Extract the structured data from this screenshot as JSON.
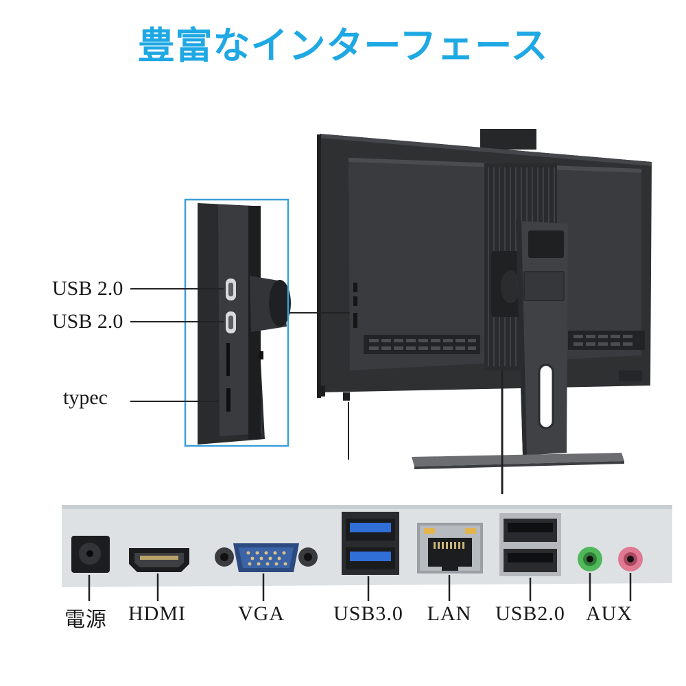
{
  "page": {
    "title": "豊富なインターフェース"
  },
  "colors": {
    "title": "#1ea8e4",
    "inset_frame": "#3b9fd8",
    "monitor_body": "#2e2f31",
    "panel_bg": "#dfe3e6",
    "aux_green": "#4fb85a",
    "aux_pink": "#e07a93",
    "usb3_blue": "#2f6fd6"
  },
  "side_ports": [
    {
      "label": "USB 2.0",
      "icon": "usb-c-port-icon"
    },
    {
      "label": "USB 2.0",
      "icon": "usb-c-port-icon"
    },
    {
      "label": "typec",
      "icon": "card-slot-icon"
    }
  ],
  "rear_ports": [
    {
      "label": "電源",
      "icon": "dc-power-jack-icon"
    },
    {
      "label": "HDMI",
      "icon": "hdmi-port-icon"
    },
    {
      "label": "VGA",
      "icon": "vga-port-icon"
    },
    {
      "label": "USB3.0",
      "icon": "usb3-port-icon"
    },
    {
      "label": "LAN",
      "icon": "ethernet-port-icon"
    },
    {
      "label": "USB2.0",
      "icon": "usb2-port-icon"
    },
    {
      "label": "AUX",
      "icon": "audio-jack-icon"
    }
  ]
}
